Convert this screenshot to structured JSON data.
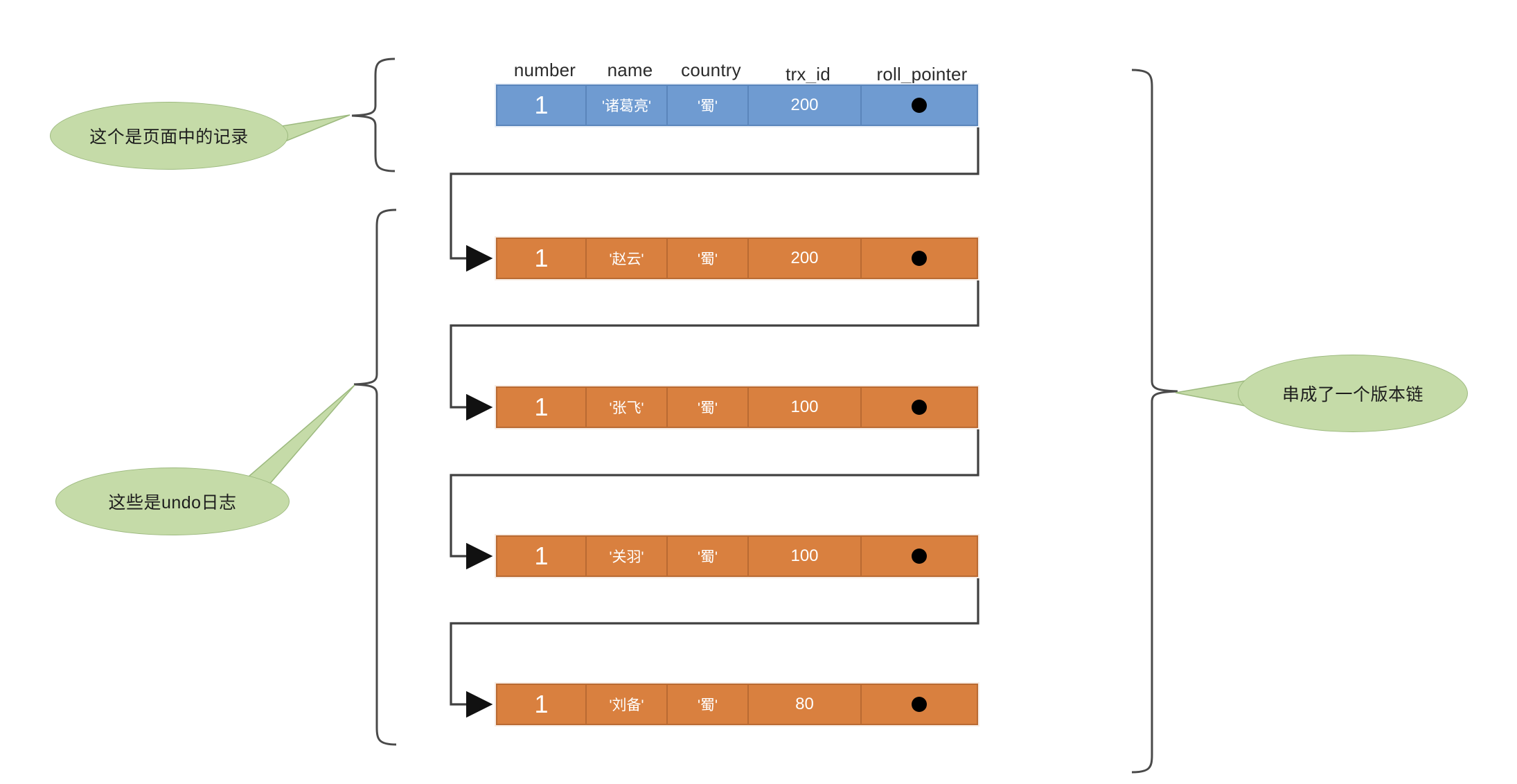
{
  "diagram": {
    "title_text": "",
    "columns": [
      {
        "key": "number",
        "label": "number"
      },
      {
        "key": "name",
        "label": "name"
      },
      {
        "key": "country",
        "label": "country"
      },
      {
        "key": "trx_id",
        "label": "trx_id"
      },
      {
        "key": "roll_pointer",
        "label": "roll_pointer"
      }
    ],
    "rows": [
      {
        "kind": "page-record",
        "color": "#6f9bd1",
        "number": "1",
        "name": "'诸葛亮'",
        "country": "'蜀'",
        "trx_id": "200",
        "roll_pointer": "pointer-dot",
        "has_next": true
      },
      {
        "kind": "undo-log",
        "color": "#d9803f",
        "number": "1",
        "name": "'赵云'",
        "country": "'蜀'",
        "trx_id": "200",
        "roll_pointer": "pointer-dot",
        "has_next": true
      },
      {
        "kind": "undo-log",
        "color": "#d9803f",
        "number": "1",
        "name": "'张飞'",
        "country": "'蜀'",
        "trx_id": "100",
        "roll_pointer": "pointer-dot",
        "has_next": true
      },
      {
        "kind": "undo-log",
        "color": "#d9803f",
        "number": "1",
        "name": "'关羽'",
        "country": "'蜀'",
        "trx_id": "100",
        "roll_pointer": "pointer-dot",
        "has_next": true
      },
      {
        "kind": "undo-log",
        "color": "#d9803f",
        "number": "1",
        "name": "'刘备'",
        "country": "'蜀'",
        "trx_id": "80",
        "roll_pointer": "pointer-dot",
        "has_next": false
      }
    ],
    "callouts": [
      {
        "id": "page-record-note",
        "text": "这个是页面中的记录",
        "side": "left"
      },
      {
        "id": "undo-log-note",
        "text": "这些是undo日志",
        "side": "left"
      },
      {
        "id": "version-chain-note",
        "text": "串成了一个版本链",
        "side": "right"
      }
    ],
    "brackets": [
      {
        "id": "page-record-bracket",
        "direction": "left-brace",
        "groups": "page record"
      },
      {
        "id": "undo-log-bracket",
        "direction": "left-brace",
        "groups": "undo logs"
      },
      {
        "id": "version-chain-bracket",
        "direction": "right-brace",
        "groups": "whole version chain"
      }
    ],
    "colors": {
      "page_record_fill": "#6f9bd1",
      "page_record_border": "#5a85bb",
      "undo_log_fill": "#d9803f",
      "undo_log_border": "#b96a32",
      "callout_fill": "#c5dba8",
      "callout_border": "#9cb97e",
      "wire": "#404040",
      "pointer_dot": "#000000",
      "background": "#ffffff"
    }
  }
}
